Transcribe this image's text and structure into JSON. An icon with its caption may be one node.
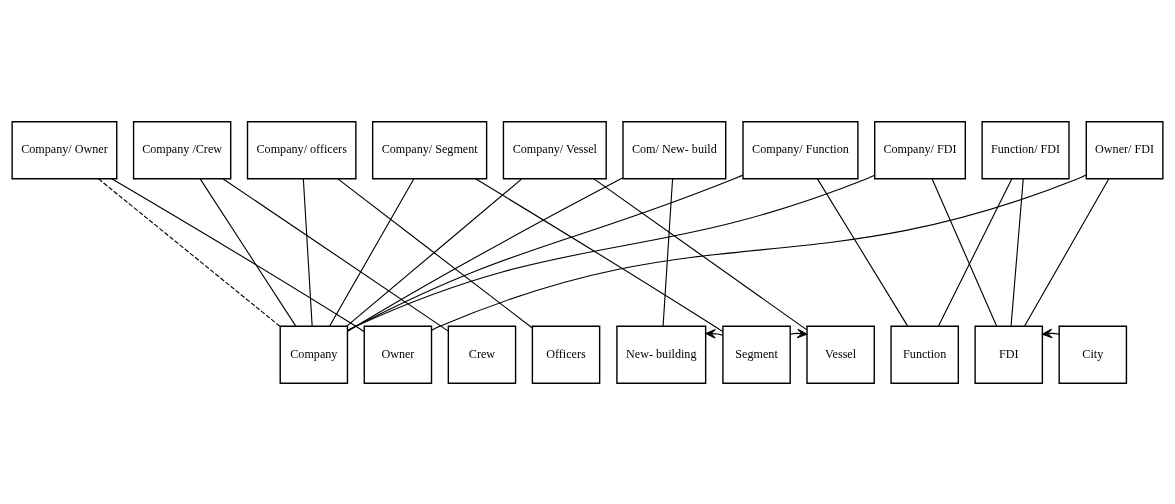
{
  "diagram": {
    "nodes": [
      {
        "text": [
          "Company/ Owner"
        ]
      },
      {
        "text": [
          "Company /Crew"
        ]
      },
      {
        "text": [
          "Company/ officers"
        ]
      },
      {
        "text": [
          "Company/ Segment"
        ]
      },
      {
        "text": [
          "Company/ Vessel"
        ]
      },
      {
        "text": [
          "Com/ New- build"
        ]
      },
      {
        "text": [
          "Company/ Function"
        ]
      },
      {
        "text": [
          "Company/ FDI"
        ]
      },
      {
        "text": [
          "Function/ FDI"
        ]
      },
      {
        "text": [
          "Owner/ FDI"
        ]
      },
      {
        "text": [
          "Company"
        ]
      },
      {
        "text": [
          "Owner"
        ]
      },
      {
        "text": [
          "Crew"
        ]
      },
      {
        "text": [
          "Officers"
        ]
      },
      {
        "text": [
          "New- building"
        ]
      },
      {
        "text": [
          "Segment"
        ]
      },
      {
        "text": [
          "Vessel"
        ]
      },
      {
        "text": [
          "Function"
        ]
      },
      {
        "text": [
          "FDI"
        ]
      },
      {
        "text": [
          "City"
        ]
      }
    ],
    "edges": [
      {
        "from": 0,
        "to": 10,
        "arrow": "none",
        "style": "dashed"
      },
      {
        "from": 0,
        "to": 11,
        "arrow": "none"
      },
      {
        "from": 1,
        "to": 10,
        "arrow": "none"
      },
      {
        "from": 1,
        "to": 12,
        "arrow": "none"
      },
      {
        "from": 2,
        "to": 10,
        "arrow": "none"
      },
      {
        "from": 2,
        "to": 13,
        "arrow": "none"
      },
      {
        "from": 3,
        "to": 10,
        "arrow": "none"
      },
      {
        "from": 3,
        "to": 15,
        "arrow": "none"
      },
      {
        "from": 4,
        "to": 10,
        "arrow": "none"
      },
      {
        "from": 4,
        "to": 16,
        "arrow": "none"
      },
      {
        "from": 5,
        "to": 10,
        "arrow": "none"
      },
      {
        "from": 5,
        "to": 14,
        "arrow": "none"
      },
      {
        "from": 6,
        "to": 10,
        "arrow": "none"
      },
      {
        "from": 6,
        "to": 17,
        "arrow": "none"
      },
      {
        "from": 7,
        "to": 10,
        "arrow": "none"
      },
      {
        "from": 7,
        "to": 18,
        "arrow": "none"
      },
      {
        "from": 8,
        "to": 17,
        "arrow": "none"
      },
      {
        "from": 8,
        "to": 18,
        "arrow": "none"
      },
      {
        "from": 9,
        "to": 11,
        "arrow": "none"
      },
      {
        "from": 9,
        "to": 18,
        "arrow": "none"
      },
      {
        "from": 15,
        "to": 14,
        "arrow": "to"
      },
      {
        "from": 15,
        "to": 16,
        "arrow": "to"
      },
      {
        "from": 19,
        "to": 18,
        "arrow": "to"
      }
    ]
  }
}
